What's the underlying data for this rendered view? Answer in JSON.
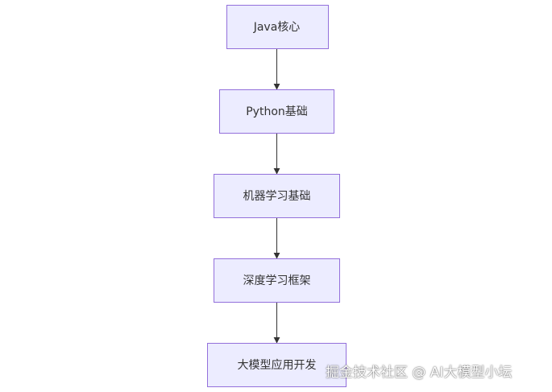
{
  "diagram": {
    "type": "flowchart",
    "direction": "top-down",
    "colors": {
      "node_fill": "#ECECFF",
      "node_border": "#9370DB",
      "edge": "#333333",
      "text": "#333333"
    },
    "nodes": [
      {
        "id": "n1",
        "label": "Java核心"
      },
      {
        "id": "n2",
        "label": "Python基础"
      },
      {
        "id": "n3",
        "label": "机器学习基础"
      },
      {
        "id": "n4",
        "label": "深度学习框架"
      },
      {
        "id": "n5",
        "label": "大模型应用开发"
      }
    ],
    "edges": [
      {
        "from": "n1",
        "to": "n2"
      },
      {
        "from": "n2",
        "to": "n3"
      },
      {
        "from": "n3",
        "to": "n4"
      },
      {
        "from": "n4",
        "to": "n5"
      }
    ]
  },
  "watermark": {
    "text": "掘金技术社区 @ AI大模型小坛"
  }
}
